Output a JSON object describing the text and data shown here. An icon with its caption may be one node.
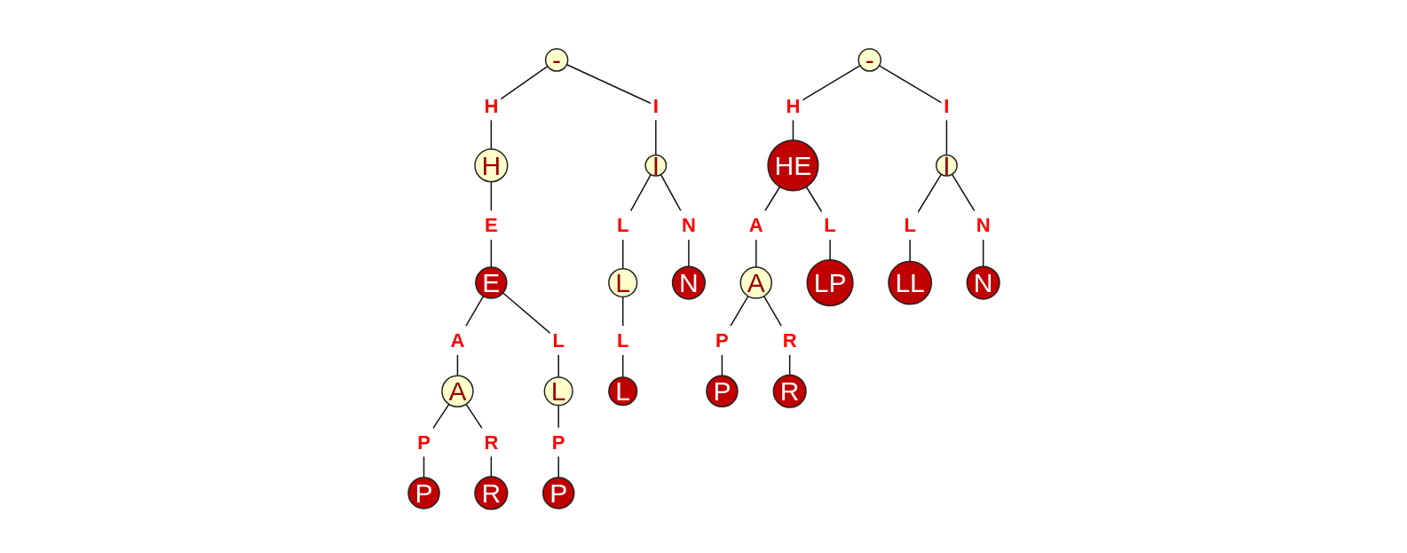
{
  "diagram": {
    "nodes": [
      {
        "text": [
          "-"
        ]
      },
      {
        "text": [
          "H"
        ]
      },
      {
        "text": [
          "I"
        ]
      },
      {
        "text": [
          "E"
        ]
      },
      {
        "text": [
          "L"
        ]
      },
      {
        "text": [
          "N"
        ]
      },
      {
        "text": [
          "A"
        ]
      },
      {
        "text": [
          "L"
        ]
      },
      {
        "text": [
          "L"
        ]
      },
      {
        "text": [
          "P"
        ]
      },
      {
        "text": [
          "R"
        ]
      },
      {
        "text": [
          "P"
        ]
      },
      {
        "text": [
          "-"
        ]
      },
      {
        "text": [
          "HE"
        ]
      },
      {
        "text": [
          "I"
        ]
      },
      {
        "text": [
          "A"
        ]
      },
      {
        "text": [
          "LP"
        ]
      },
      {
        "text": [
          "LL"
        ]
      },
      {
        "text": [
          "N"
        ]
      },
      {
        "text": [
          "P"
        ]
      },
      {
        "text": [
          "R"
        ]
      }
    ],
    "edges": [
      {
        "from": 0,
        "to": 1,
        "label": "H",
        "arrow": "none"
      },
      {
        "from": 0,
        "to": 2,
        "label": "I",
        "arrow": "none"
      },
      {
        "from": 1,
        "to": 3,
        "label": "E",
        "arrow": "none"
      },
      {
        "from": 2,
        "to": 4,
        "label": "L",
        "arrow": "none"
      },
      {
        "from": 2,
        "to": 5,
        "label": "N",
        "arrow": "none"
      },
      {
        "from": 3,
        "to": 6,
        "label": "A",
        "arrow": "none"
      },
      {
        "from": 3,
        "to": 7,
        "label": "L",
        "arrow": "none"
      },
      {
        "from": 4,
        "to": 8,
        "label": "L",
        "arrow": "none"
      },
      {
        "from": 6,
        "to": 9,
        "label": "P",
        "arrow": "none"
      },
      {
        "from": 6,
        "to": 10,
        "label": "R",
        "arrow": "none"
      },
      {
        "from": 7,
        "to": 11,
        "label": "P",
        "arrow": "none"
      },
      {
        "from": 12,
        "to": 13,
        "label": "H",
        "arrow": "none"
      },
      {
        "from": 12,
        "to": 14,
        "label": "I",
        "arrow": "none"
      },
      {
        "from": 13,
        "to": 15,
        "label": "A",
        "arrow": "none"
      },
      {
        "from": 13,
        "to": 16,
        "label": "L",
        "arrow": "none"
      },
      {
        "from": 14,
        "to": 17,
        "label": "L",
        "arrow": "none"
      },
      {
        "from": 14,
        "to": 18,
        "label": "N",
        "arrow": "none"
      },
      {
        "from": 15,
        "to": 19,
        "label": "P",
        "arrow": "none"
      },
      {
        "from": 15,
        "to": 20,
        "label": "R",
        "arrow": "none"
      }
    ]
  }
}
